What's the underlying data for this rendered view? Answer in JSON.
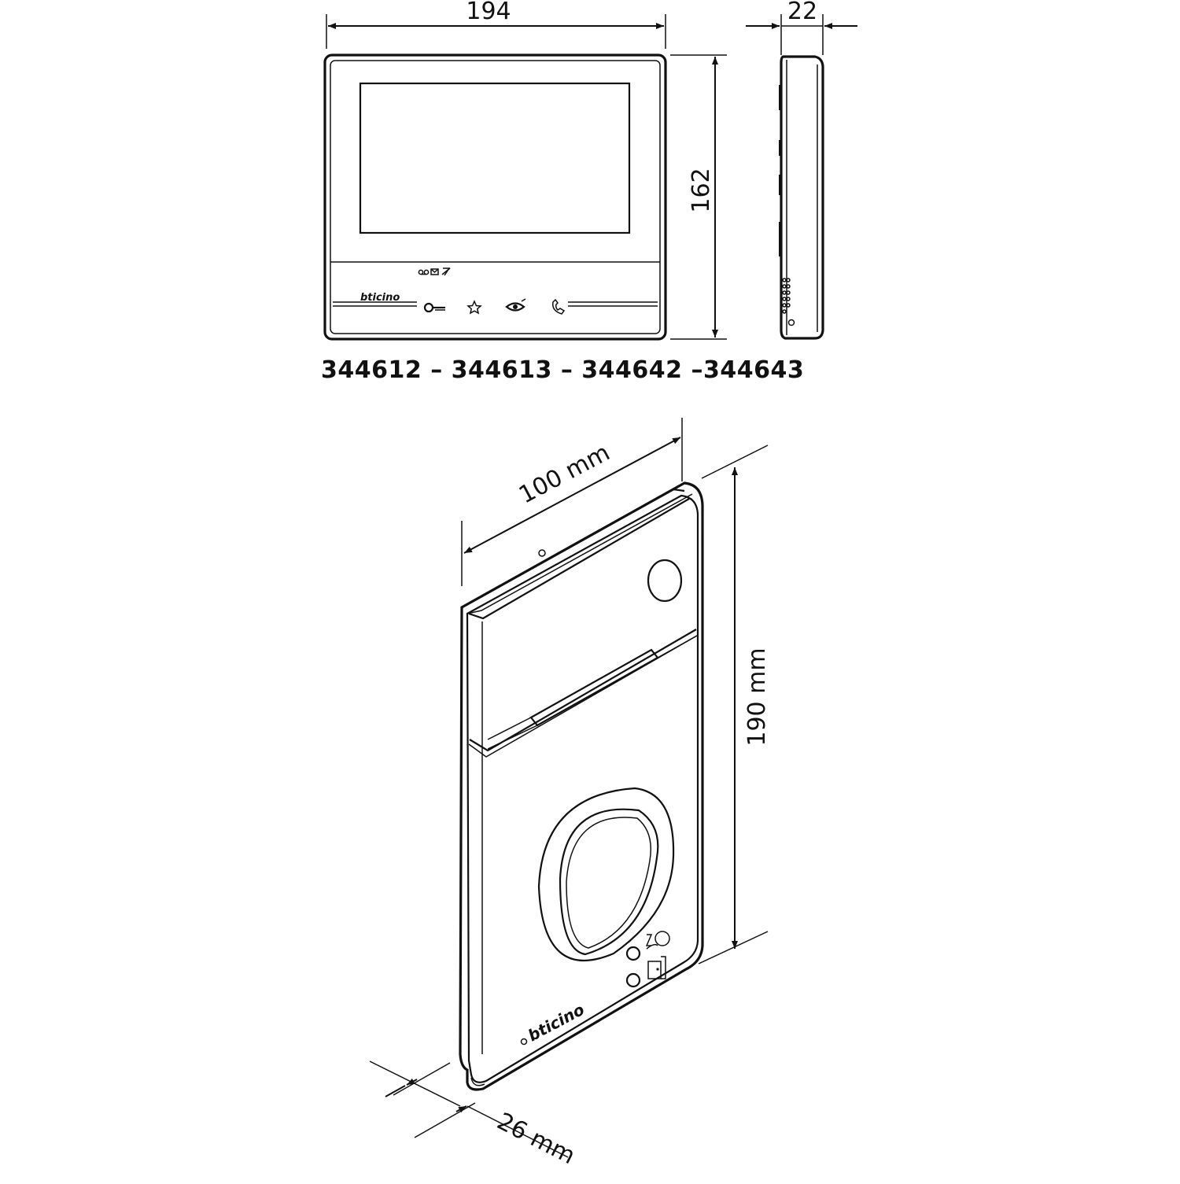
{
  "front_view": {
    "width_label": "194",
    "height_label": "162",
    "brand": "bticino",
    "button_icons": [
      "key-icon",
      "star-icon",
      "eye-icon",
      "phone-icon"
    ],
    "status_icons": [
      "voicemail-icon",
      "envelope-icon",
      "mute-icon"
    ]
  },
  "side_view": {
    "depth_label": "22"
  },
  "model_codes": "344612 – 344613 – 344642 –344643",
  "handset_view": {
    "width_label": "100 mm",
    "height_label": "190 mm",
    "depth_label": "26 mm",
    "brand": "bticino",
    "button_icons": [
      "intercom-icon",
      "door-lock-icon"
    ]
  }
}
